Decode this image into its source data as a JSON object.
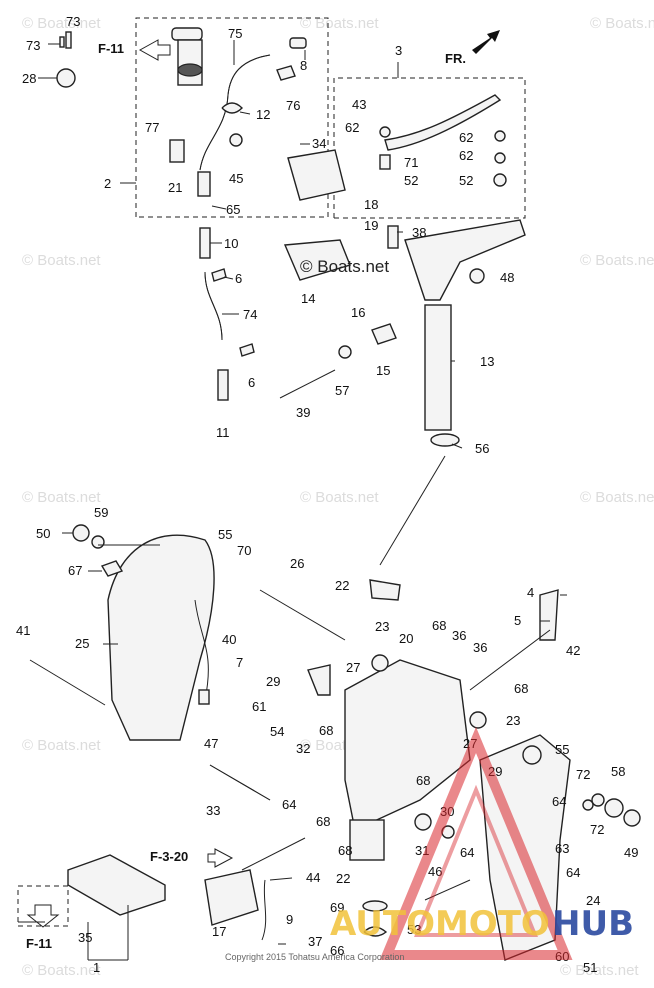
{
  "watermark": "© Boats.net",
  "center_watermark": "© Boats.net",
  "refs": [
    "F-11",
    "F-3-20",
    "F-11"
  ],
  "direction": "FR.",
  "copyright": "Copyright 2015 Tohatsu America Corporation",
  "brand": {
    "part1": "AUTOMOTO",
    "part2": "HUB",
    "color1": "#f2c23a",
    "color2": "#2b4aa0",
    "accent": "#d8262c"
  },
  "callouts": [
    "73",
    "73",
    "28",
    "75",
    "8",
    "3",
    "76",
    "12",
    "43",
    "62",
    "77",
    "34",
    "62",
    "2",
    "21",
    "45",
    "71",
    "62",
    "52",
    "52",
    "65",
    "18",
    "19",
    "10",
    "38",
    "6",
    "14",
    "48",
    "74",
    "16",
    "15",
    "6",
    "13",
    "57",
    "39",
    "11",
    "56",
    "59",
    "50",
    "55",
    "67",
    "70",
    "26",
    "22",
    "4",
    "5",
    "42",
    "41",
    "40",
    "25",
    "23",
    "20",
    "68",
    "36",
    "36",
    "7",
    "29",
    "27",
    "68",
    "61",
    "23",
    "47",
    "54",
    "68",
    "27",
    "55",
    "32",
    "29",
    "72",
    "58",
    "68",
    "64",
    "30",
    "33",
    "64",
    "72",
    "68",
    "31",
    "64",
    "63",
    "49",
    "68",
    "F-3-20",
    "44",
    "46",
    "24",
    "22",
    "64",
    "69",
    "53",
    "9",
    "17",
    "35",
    "37",
    "66",
    "60",
    "1",
    "51"
  ]
}
